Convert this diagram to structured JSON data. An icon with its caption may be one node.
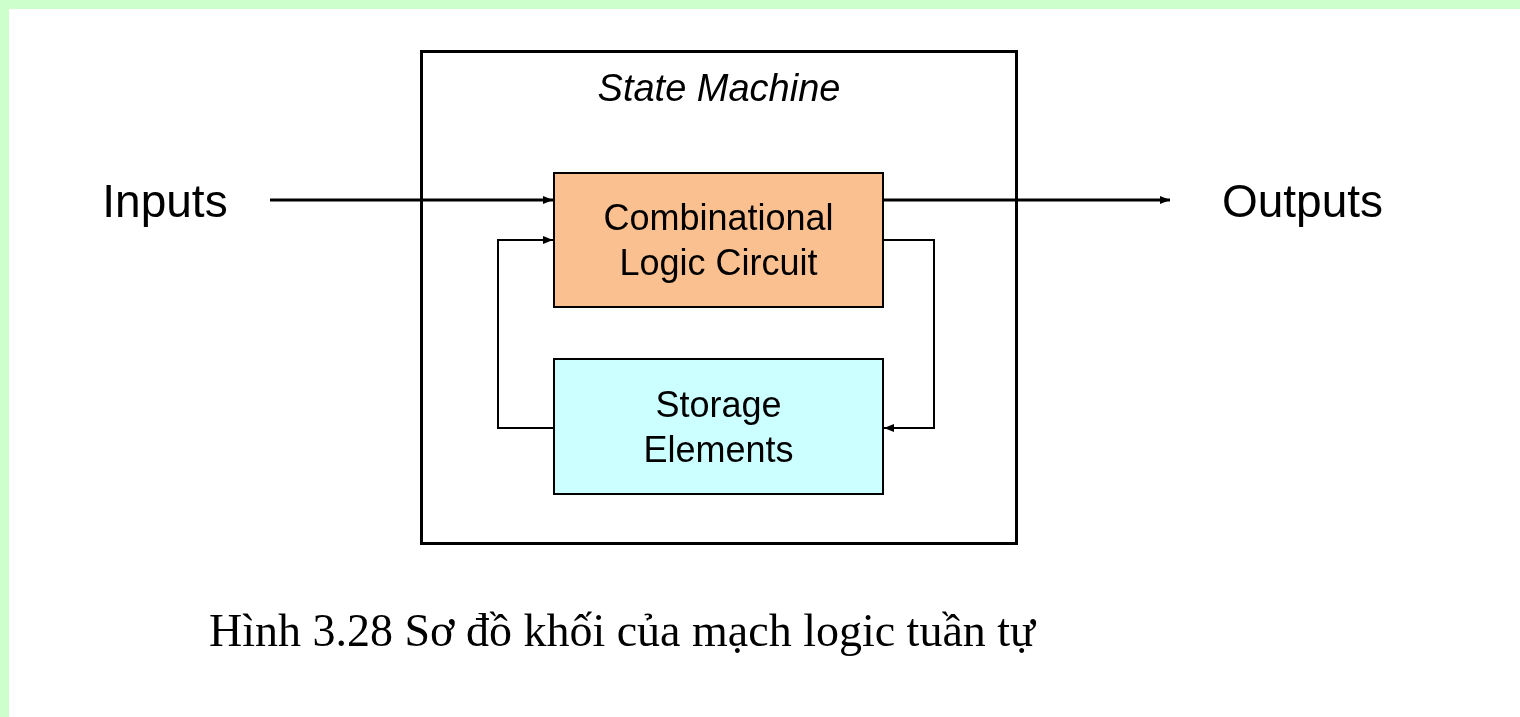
{
  "diagram": {
    "caption": "Hình 3.28 Sơ đồ khối của mạch logic tuần tự",
    "nodes": [
      {
        "text": [
          "State Machine"
        ]
      },
      {
        "text": [
          "Inputs"
        ]
      },
      {
        "text": [
          "Combinational Logic Circuit"
        ],
        "in": 0
      },
      {
        "text": [
          "Storage Elements"
        ],
        "in": 0
      },
      {
        "text": [
          "Outputs"
        ]
      }
    ],
    "edges": [
      {
        "from": 1,
        "to": 2,
        "arrow": "to"
      },
      {
        "from": 2,
        "to": 4,
        "arrow": "to"
      },
      {
        "from": 2,
        "to": 3,
        "arrow": "to"
      },
      {
        "from": 3,
        "to": 2,
        "arrow": "to"
      }
    ]
  }
}
